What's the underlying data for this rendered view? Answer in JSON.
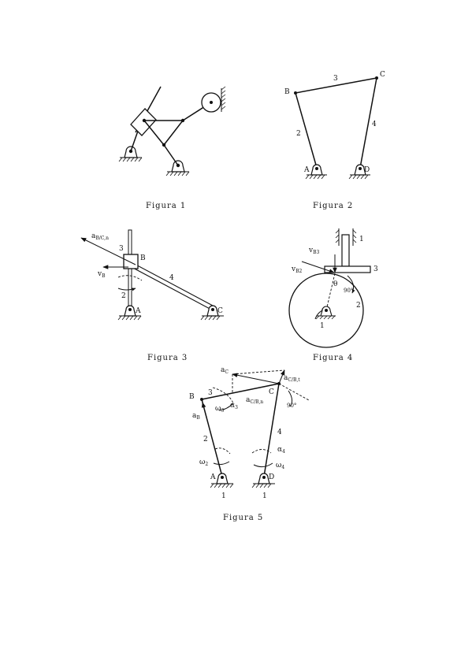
{
  "figures": [
    {
      "caption": "Figura 1"
    },
    {
      "caption": "Figura 2",
      "labels": {
        "b": "B",
        "c": "C",
        "a": "A",
        "d": "D",
        "l2": "2",
        "l3": "3",
        "l4": "4"
      }
    },
    {
      "caption": "Figura 3",
      "labels": {
        "aBC": "a",
        "aBCsub": "B/C,n",
        "vB": "v",
        "vBsub": "B",
        "l3": "3",
        "b": "B",
        "l4": "4",
        "l2": "2",
        "a": "A",
        "c": "C"
      }
    },
    {
      "caption": "Figura 4",
      "labels": {
        "vB3": "v",
        "vB3sub": "B3",
        "vB2": "v",
        "vB2sub": "B2",
        "l1a": "1",
        "l3": "3",
        "theta": "θ",
        "deg": "90°",
        "l2": "2",
        "l1b": "1"
      }
    },
    {
      "caption": "Figura 5",
      "labels": {
        "aC": "a",
        "aCsub": "C",
        "aCBt": "a",
        "aCBtsub": "C/B,t",
        "b": "B",
        "l3": "3",
        "c": "C",
        "aCBn": "a",
        "aCBnsub": "C/B,n",
        "omega3": "ω",
        "omega3sub": "3",
        "alpha3": "α",
        "alpha3sub": "3",
        "deg": "90°",
        "aB": "a",
        "aBsub": "B",
        "l2": "2",
        "l4": "4",
        "alpha4": "α",
        "alpha4sub": "4",
        "omega2": "ω",
        "omega2sub": "2",
        "omega4": "ω",
        "omega4sub": "4",
        "a": "A",
        "d": "D",
        "g1": "1",
        "g2": "1"
      }
    }
  ]
}
